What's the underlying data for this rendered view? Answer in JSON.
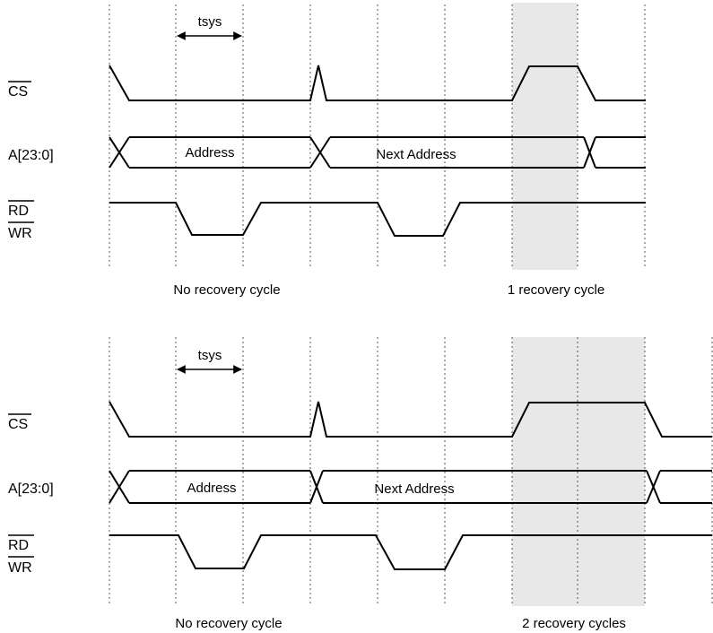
{
  "colors": {
    "background": "#ffffff",
    "shade": "#e8e8e8",
    "line": "#000000",
    "grid": "#555555"
  },
  "signals": {
    "cs": "CS",
    "addr": "A[23:0]",
    "rd": "RD",
    "wr": "WR"
  },
  "diagrams": [
    {
      "tsys": "tsys",
      "address": "Address",
      "next_address": "Next Address",
      "left_caption": "No recovery cycle",
      "right_caption": "1 recovery cycle"
    },
    {
      "tsys": "tsys",
      "address": "Address",
      "next_address": "Next Address",
      "left_caption": "No recovery cycle",
      "right_caption": "2 recovery cycles"
    }
  ]
}
